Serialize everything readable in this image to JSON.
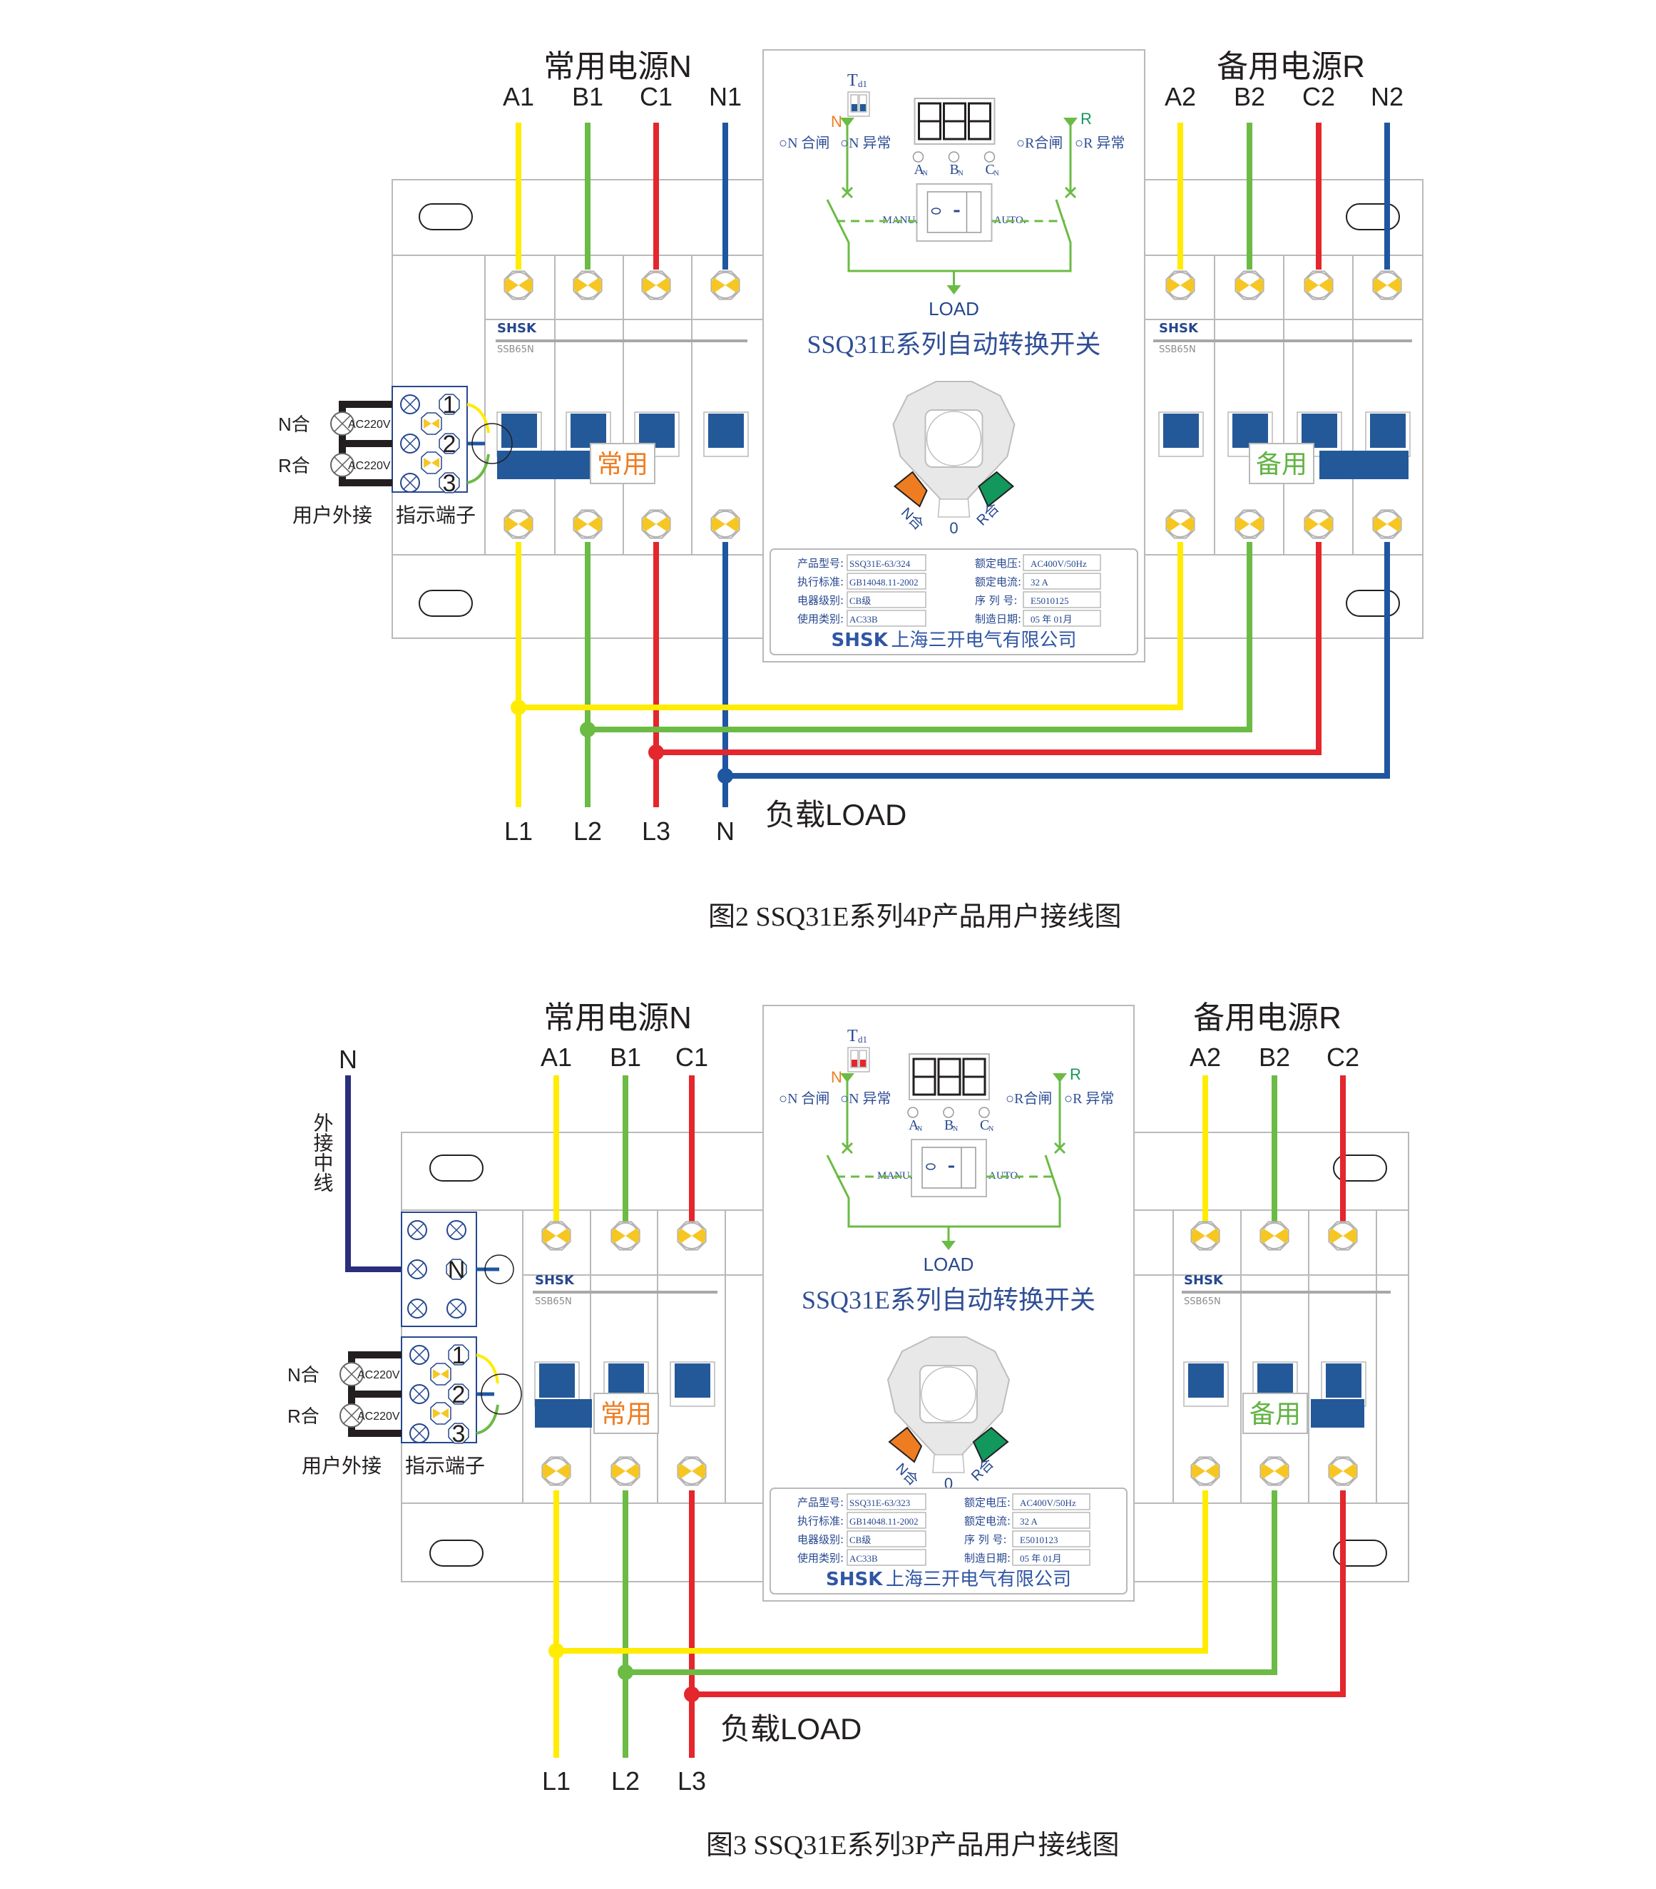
{
  "colors": {
    "phase_a": "#ffec00",
    "phase_b": "#6bbb45",
    "phase_c": "#e4262d",
    "neutral": "#1f56a0",
    "ext_neutral": "#2a2e7c",
    "handle_blue": "#245999",
    "text_blue": "#2f4f95",
    "normal_label": "#ee7d22",
    "standby_label": "#62b344",
    "n_mark": "#ee7d22",
    "r_mark": "#12975c",
    "terminal_yellow": "#f6c623",
    "dip_fig2": "#245999",
    "dip_fig3": "#e4262d"
  },
  "figures": [
    {
      "id": "fig2",
      "poles": 4,
      "normal_source_title": "常用电源N",
      "standby_source_title": "备用电源R",
      "normal_terminals": [
        "A1",
        "B1",
        "C1",
        "N1"
      ],
      "standby_terminals": [
        "A2",
        "B2",
        "C2",
        "N2"
      ],
      "load_terminals": [
        "L1",
        "L2",
        "L3",
        "N"
      ],
      "load_label": "负载LOAD",
      "normal_tag": "常用",
      "standby_tag": "备用",
      "breaker_brand": "SHSK",
      "breaker_model": "SSB65N",
      "panel": {
        "td_label": "T",
        "td_sub": "d1",
        "n_mark": "N",
        "r_mark": "R",
        "n_closed": "○N 合闸",
        "n_fault": "○N 异常",
        "r_closed": "○R合闸",
        "r_fault": "○R 异常",
        "phase_leds": [
          "A",
          "B",
          "C"
        ],
        "phase_led_sub": "N",
        "manu": "MANU.",
        "auto": "AUTO.",
        "load": "LOAD",
        "product_title": "SSQ31E系列自动转换开关",
        "knob_n": "N合",
        "knob_zero": "0",
        "knob_r": "R合",
        "company": "上海三开电气有限公司",
        "company_brand": "SHSK"
      },
      "nameplate": {
        "left": [
          {
            "label": "产品型号:",
            "value": "SSQ31E-63/324"
          },
          {
            "label": "执行标准:",
            "value": "GB14048.11-2002"
          },
          {
            "label": "电器级别:",
            "value": "CB级"
          },
          {
            "label": "使用类别:",
            "value": "AC33B"
          }
        ],
        "right": [
          {
            "label": "额定电压:",
            "value": "AC400V/50Hz"
          },
          {
            "label": "额定电流:",
            "value": "32 A"
          },
          {
            "label": "序  列 号:",
            "value": "E5010125"
          },
          {
            "label": "制造日期:",
            "value": "05 年 01月"
          }
        ]
      },
      "aux": {
        "n_lamp": "N合",
        "r_lamp": "R合",
        "lamp_voltage": "AC220V",
        "terminal_numbers": [
          "1",
          "2",
          "3"
        ],
        "user_ext": "用户外接",
        "indicator_terminal": "指示端子"
      },
      "caption": "图2   SSQ31E系列4P产品用户接线图"
    },
    {
      "id": "fig3",
      "poles": 3,
      "normal_source_title": "常用电源N",
      "standby_source_title": "备用电源R",
      "normal_terminals": [
        "A1",
        "B1",
        "C1"
      ],
      "standby_terminals": [
        "A2",
        "B2",
        "C2"
      ],
      "load_terminals": [
        "L1",
        "L2",
        "L3"
      ],
      "load_label": "负载LOAD",
      "normal_tag": "常用",
      "standby_tag": "备用",
      "breaker_brand": "SHSK",
      "breaker_model": "SSB65N",
      "external_neutral": {
        "label": "N",
        "note": "外接中线",
        "terminal": "N"
      },
      "panel": {
        "td_label": "T",
        "td_sub": "d1",
        "n_mark": "N",
        "r_mark": "R",
        "n_closed": "○N 合闸",
        "n_fault": "○N 异常",
        "r_closed": "○R合闸",
        "r_fault": "○R 异常",
        "phase_leds": [
          "A",
          "B",
          "C"
        ],
        "phase_led_sub": "N",
        "manu": "MANU.",
        "auto": "AUTO.",
        "load": "LOAD",
        "product_title": "SSQ31E系列自动转换开关",
        "knob_n": "N合",
        "knob_zero": "0",
        "knob_r": "R合",
        "company": "上海三开电气有限公司",
        "company_brand": "SHSK"
      },
      "nameplate": {
        "left": [
          {
            "label": "产品型号:",
            "value": "SSQ31E-63/323"
          },
          {
            "label": "执行标准:",
            "value": "GB14048.11-2002"
          },
          {
            "label": "电器级别:",
            "value": "CB级"
          },
          {
            "label": "使用类别:",
            "value": "AC33B"
          }
        ],
        "right": [
          {
            "label": "额定电压:",
            "value": "AC400V/50Hz"
          },
          {
            "label": "额定电流:",
            "value": "32 A"
          },
          {
            "label": "序  列 号:",
            "value": "E5010123"
          },
          {
            "label": "制造日期:",
            "value": "05 年 01月"
          }
        ]
      },
      "aux": {
        "n_lamp": "N合",
        "r_lamp": "R合",
        "lamp_voltage": "AC220V",
        "terminal_numbers": [
          "1",
          "2",
          "3"
        ],
        "user_ext": "用户外接",
        "indicator_terminal": "指示端子"
      },
      "caption": "图3  SSQ31E系列3P产品用户接线图"
    }
  ]
}
